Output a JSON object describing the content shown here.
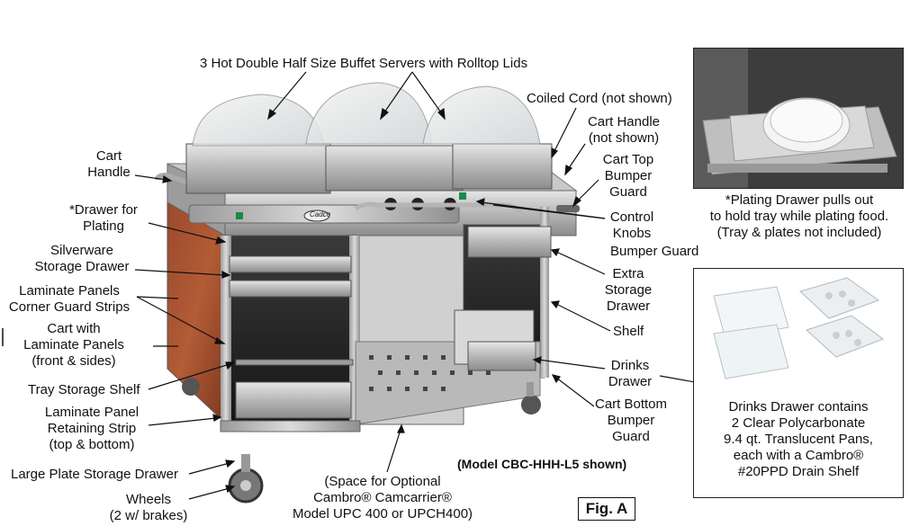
{
  "title": "3 Hot Double Half Size Buffet Servers with Rolltop Lids",
  "labels": {
    "coiled_cord": "Coiled Cord (not shown)",
    "cart_handle_right": [
      "Cart Handle",
      "(not shown)"
    ],
    "cart_top_bumper": [
      "Cart Top",
      "Bumper",
      "Guard"
    ],
    "cart_handle_left": [
      "Cart",
      "Handle"
    ],
    "drawer_plating": [
      "*Drawer for",
      "Plating"
    ],
    "silverware": [
      "Silverware",
      "Storage Drawer"
    ],
    "laminate_panels": [
      "Laminate Panels",
      "Corner Guard Strips"
    ],
    "cart_laminate": [
      "Cart with",
      "Laminate Panels",
      "(front & sides)"
    ],
    "tray_shelf": "Tray Storage Shelf",
    "retaining_strip": [
      "Laminate Panel",
      "Retaining Strip",
      "(top & bottom)"
    ],
    "large_plate": "Large Plate Storage Drawer",
    "wheels": [
      "Wheels",
      "(2 w/ brakes)"
    ],
    "control_knobs": [
      "Control",
      "Knobs"
    ],
    "bumper_guard": "Bumper Guard",
    "extra_storage": [
      "Extra",
      "Storage",
      "Drawer"
    ],
    "shelf": "Shelf",
    "drinks_drawer": [
      "Drinks",
      "Drawer"
    ],
    "cart_bottom_bumper": [
      "Cart Bottom",
      "Bumper",
      "Guard"
    ],
    "space_optional": [
      "(Space for Optional",
      "Cambro® Camcarrier®",
      "Model UPC 400 or UPCH400)"
    ],
    "model_shown": "(Model CBC-HHH-L5 shown)",
    "fig": "Fig. A",
    "brand_plate": "Cadco"
  },
  "inset_top": {
    "caption": [
      "*Plating Drawer pulls out",
      "to hold tray while plating food.",
      "(Tray & plates not included)"
    ]
  },
  "inset_bottom": {
    "caption": [
      "Drinks Drawer contains",
      "2 Clear Polycarbonate",
      "9.4 qt. Translucent Pans,",
      "each with a Cambro®",
      "#20PPD Drain Shelf"
    ]
  }
}
